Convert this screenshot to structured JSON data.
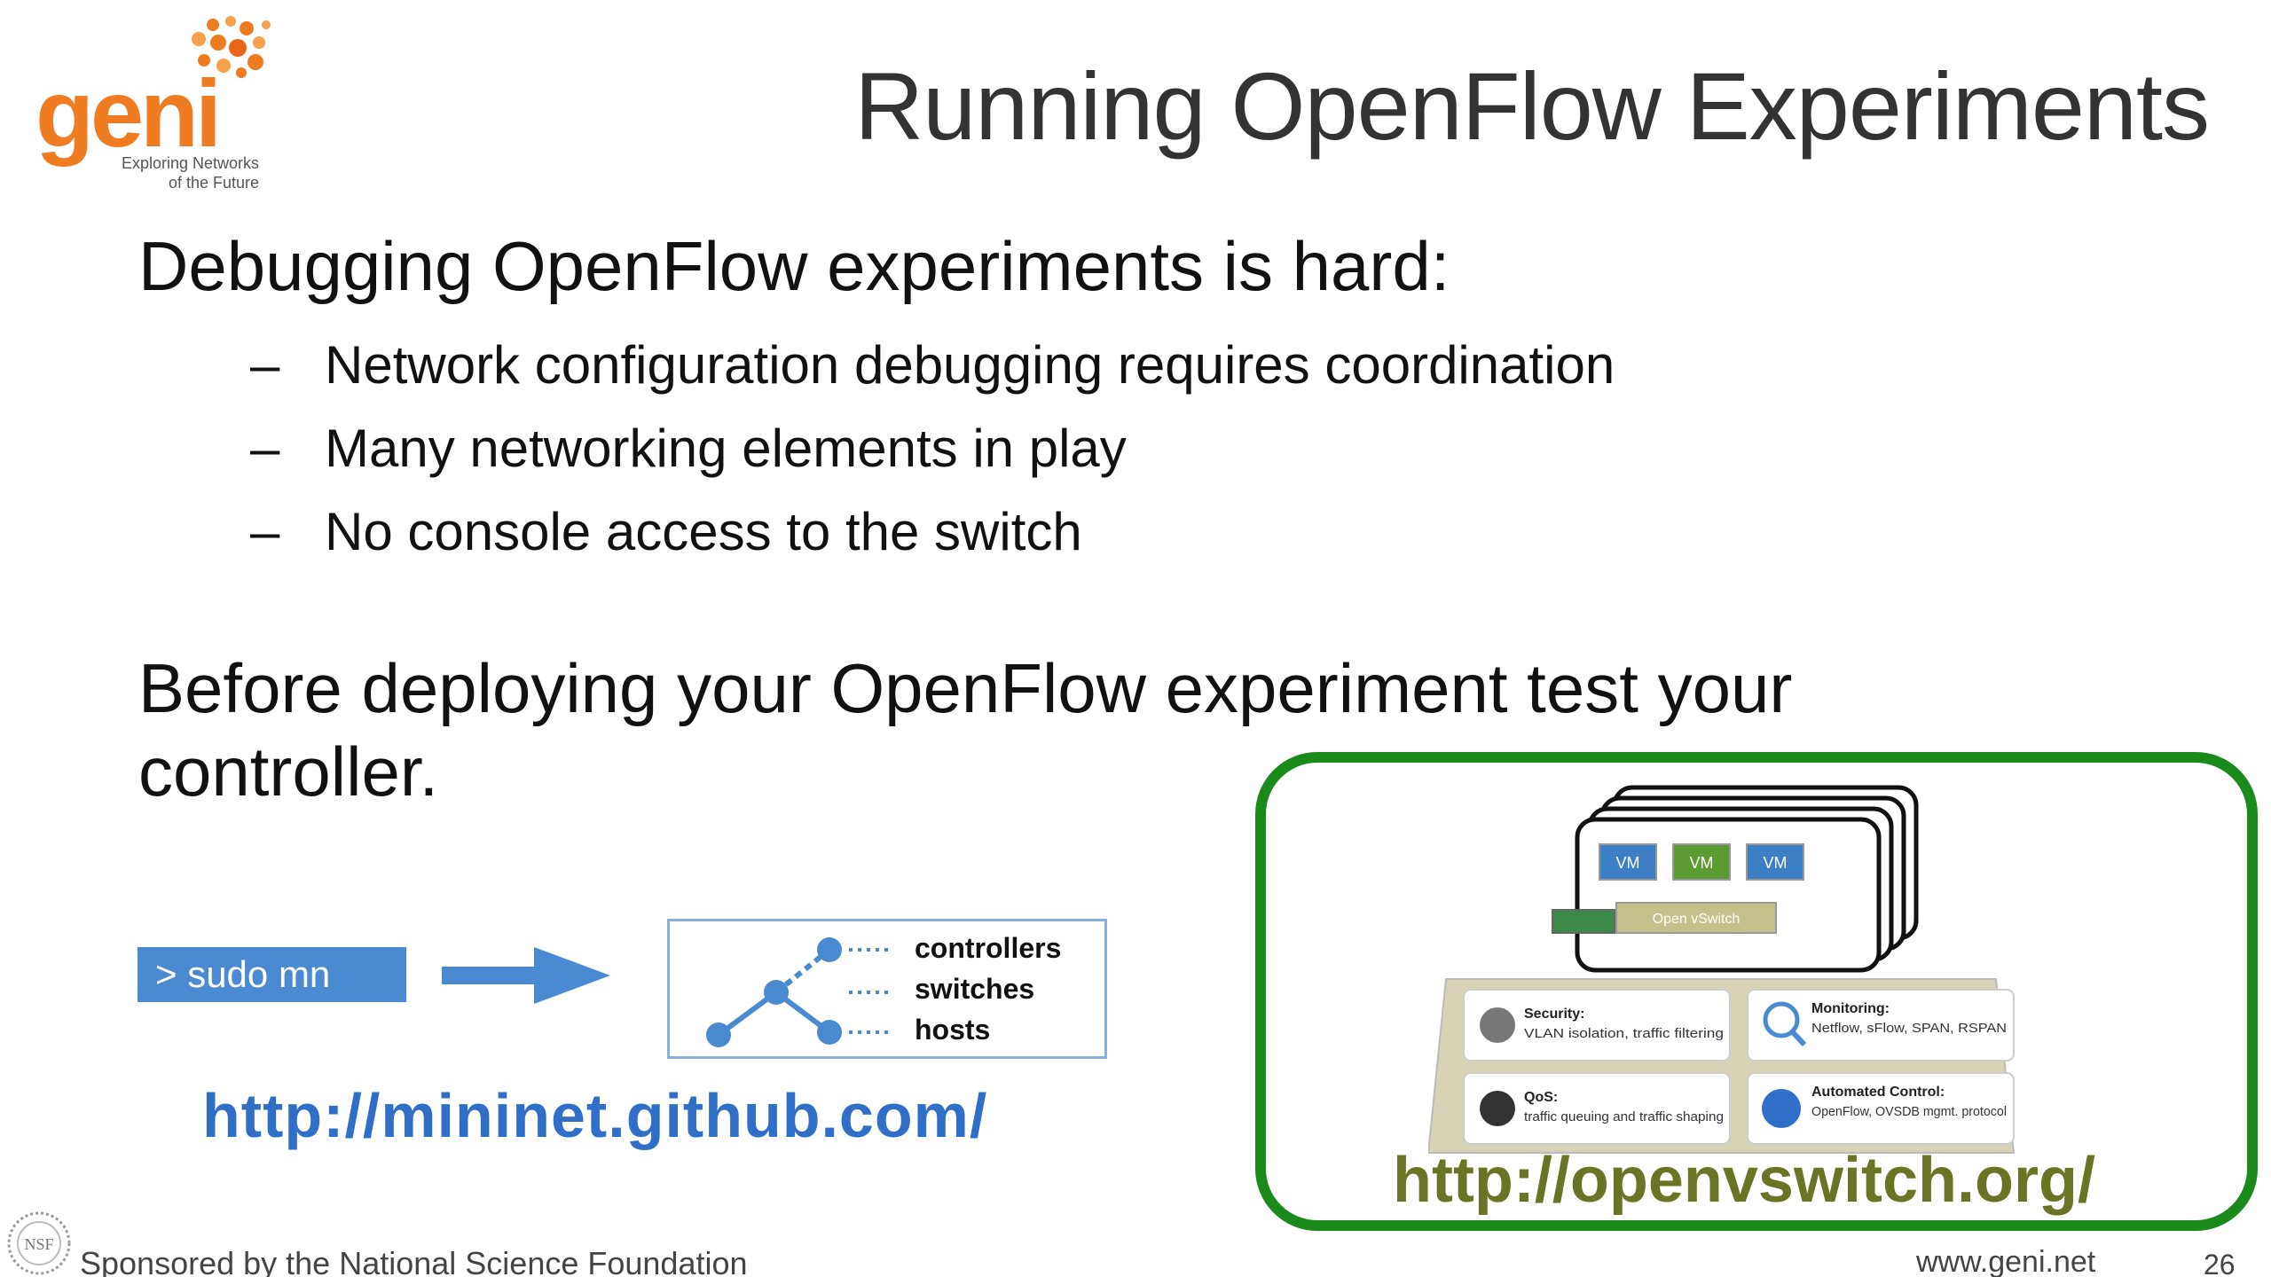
{
  "brand": {
    "name": "geni",
    "tagline_line1": "Exploring Networks",
    "tagline_line2": "of the Future",
    "color": "#f07c22"
  },
  "title": "Running OpenFlow Experiments",
  "section1": {
    "heading": "Debugging OpenFlow experiments is hard:",
    "bullets": [
      "Network configuration debugging requires coordination",
      "Many networking elements in play",
      "No console access to the switch"
    ],
    "bullet_marker": "–"
  },
  "section2": {
    "heading": "Before deploying your OpenFlow experiment test your controller."
  },
  "mininet": {
    "command": "> sudo mn",
    "labels": [
      "controllers",
      "switches",
      "hosts"
    ],
    "link": "http://mininet.github.com/",
    "accent": "#4a8ad1"
  },
  "ovs": {
    "vm_label": "VM",
    "switch_label": "Open vSwitch",
    "features": [
      {
        "title": "Security:",
        "text": "VLAN isolation, traffic filtering"
      },
      {
        "title": "Monitoring:",
        "text": "Netflow, sFlow, SPAN, RSPAN"
      },
      {
        "title": "QoS:",
        "text": "traffic queuing and traffic shaping"
      },
      {
        "title": "Automated Control:",
        "text": "OpenFlow, OVSDB mgmt. protocol"
      }
    ],
    "link": "http://openvswitch.org/",
    "frame_color": "#1a8a1a"
  },
  "footer": {
    "seal_text": "NSF",
    "sponsor": "Sponsored by the National Science Foundation",
    "site": "www.geni.net",
    "page_number": "26"
  }
}
